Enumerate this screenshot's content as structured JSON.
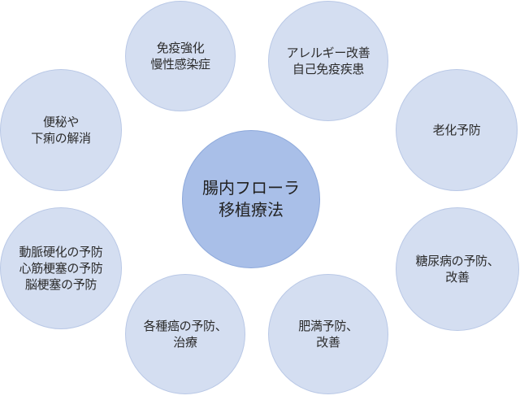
{
  "center": {
    "lines": [
      "腸内フローラ",
      "移植療法"
    ]
  },
  "nodes": {
    "immunity": {
      "lines": [
        "免疫強化",
        "慢性感染症"
      ]
    },
    "allergy": {
      "lines": [
        "アレルギー改善",
        "自己免疫疾患"
      ]
    },
    "constipation": {
      "lines": [
        "便秘や",
        "下痢の解消"
      ]
    },
    "aging": {
      "lines": [
        "老化予防"
      ]
    },
    "arterio": {
      "lines": [
        "動脈硬化の予防",
        "心筋梗塞の予防",
        "脳梗塞の予防"
      ]
    },
    "diabetes": {
      "lines": [
        "糖尿病の予防、",
        "改善"
      ]
    },
    "cancer": {
      "lines": [
        "各種癌の予防、",
        "治療"
      ]
    },
    "obesity": {
      "lines": [
        "肥満予防、",
        "改善"
      ]
    }
  },
  "colors": {
    "outer_fill": "#d4def1",
    "center_fill": "#a9bfe8",
    "text": "#2b2b2b"
  }
}
